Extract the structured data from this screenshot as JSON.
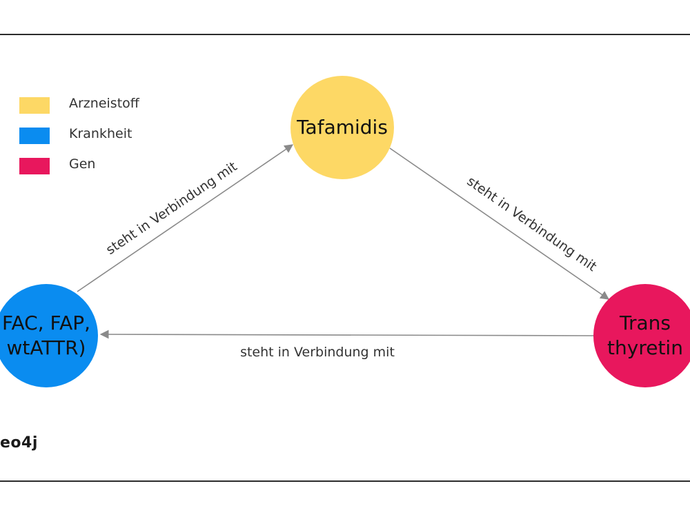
{
  "legend": {
    "items": [
      {
        "label": "Arzneistoff",
        "color": "#FDD865"
      },
      {
        "label": "Krankheit",
        "color": "#0A8CF0"
      },
      {
        "label": "Gen",
        "color": "#E8175D"
      }
    ]
  },
  "nodes": {
    "drug": {
      "label": "Tafamidis",
      "category": "Arzneistoff",
      "color": "#FDD865"
    },
    "disease": {
      "label": "FAC, FAP,\nwtATTR)",
      "category": "Krankheit",
      "color": "#0A8CF0"
    },
    "gene": {
      "label": "Trans\nthyretin",
      "category": "Gen",
      "color": "#E8175D"
    }
  },
  "edges": {
    "disease_to_drug": {
      "label": "steht in Verbindung mit"
    },
    "drug_to_gene": {
      "label": "steht in Verbindung mit"
    },
    "gene_to_disease": {
      "label": "steht in Verbindung mit"
    }
  },
  "logo": {
    "text": "eo4j"
  },
  "colors": {
    "edge": "#8a8a8a",
    "rule": "#2b2b2b"
  }
}
